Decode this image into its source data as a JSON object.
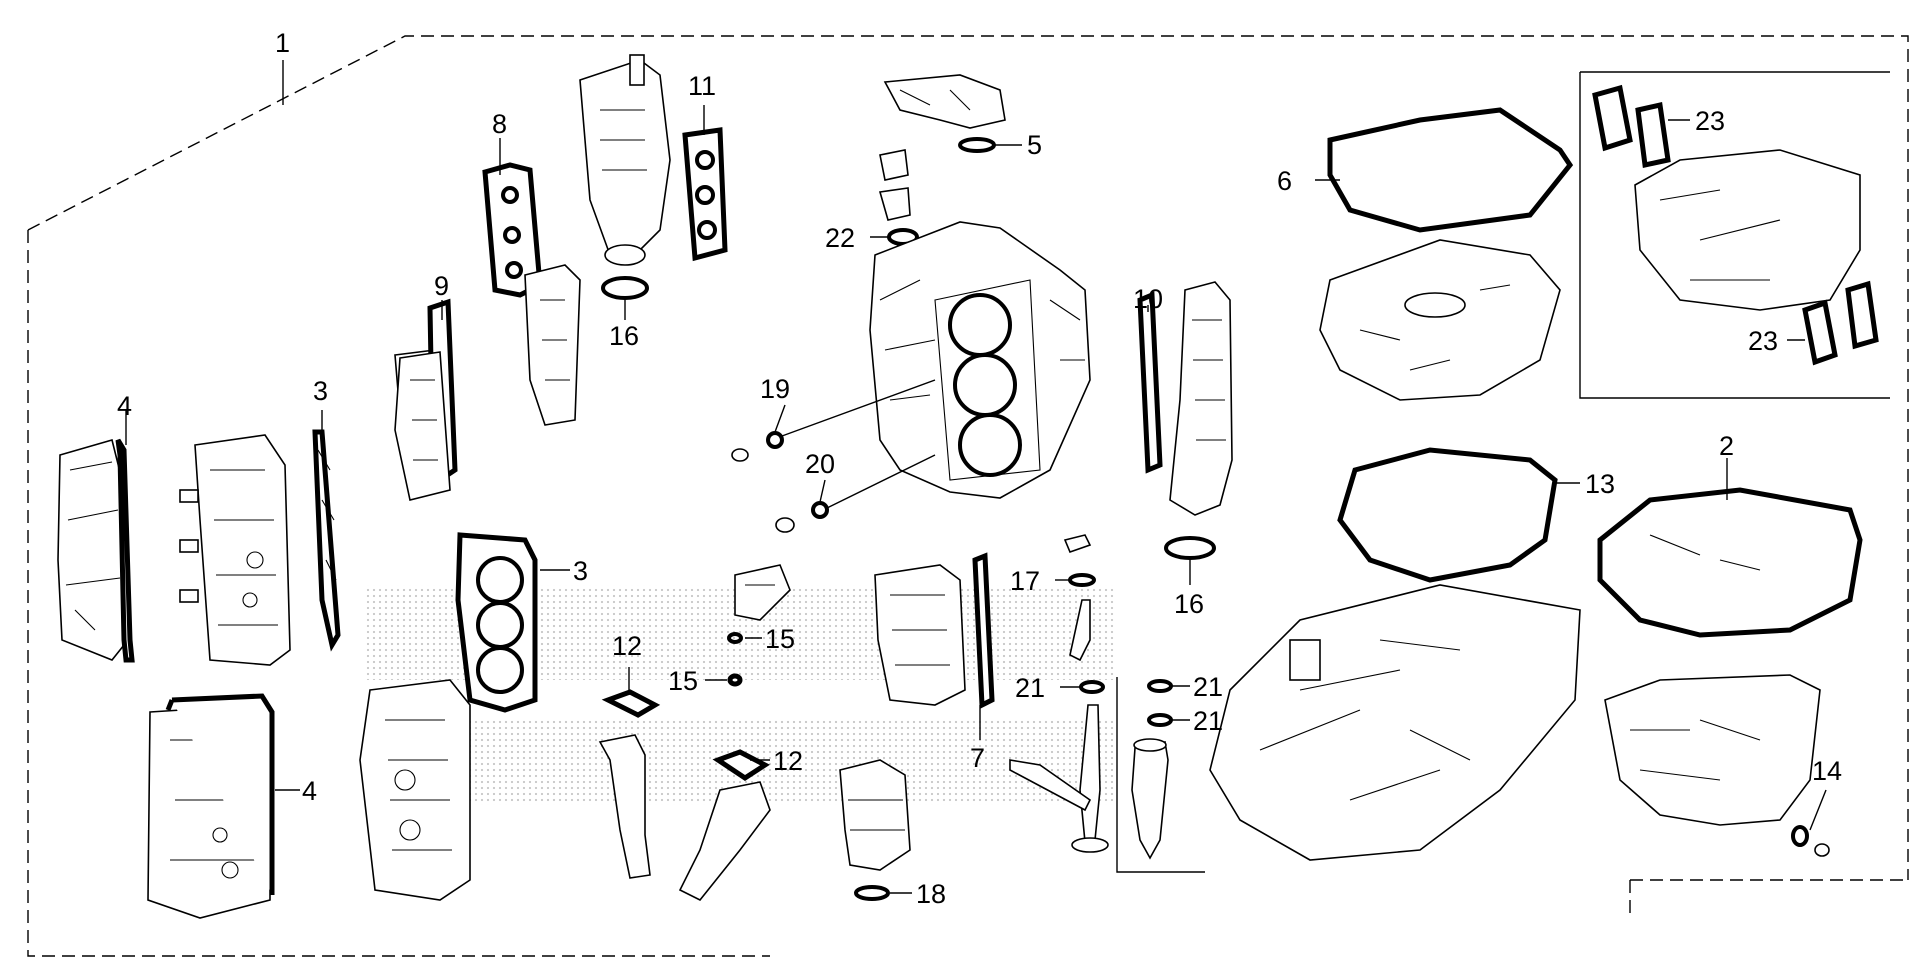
{
  "diagram": {
    "callouts": {
      "c1": "1",
      "c2": "2",
      "c3a": "3",
      "c3b": "3",
      "c4a": "4",
      "c4b": "4",
      "c5": "5",
      "c6": "6",
      "c7": "7",
      "c8": "8",
      "c9": "9",
      "c10": "10",
      "c11": "11",
      "c12a": "12",
      "c12b": "12",
      "c13": "13",
      "c14": "14",
      "c15a": "15",
      "c15b": "15",
      "c16a": "16",
      "c16b": "16",
      "c17": "17",
      "c18": "18",
      "c19": "19",
      "c20": "20",
      "c21a": "21",
      "c21b": "21",
      "c21c": "21",
      "c22": "22",
      "c23a": "23",
      "c23b": "23"
    }
  }
}
